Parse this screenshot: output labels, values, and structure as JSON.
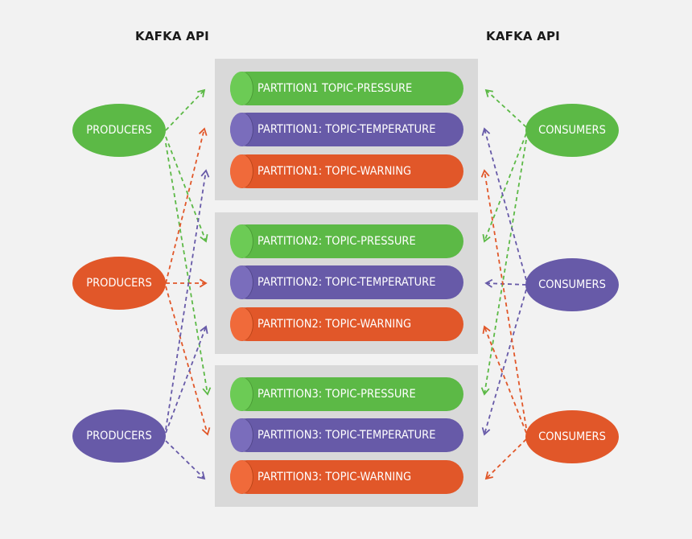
{
  "headings": {
    "left": "KAFKA API",
    "right": "KAFKA API"
  },
  "colors": {
    "green": "#5cb946",
    "purple": "#675aa8",
    "orange": "#e15729",
    "box": "#d9d9d9",
    "background": "#f2f2f2"
  },
  "partition_groups": [
    {
      "topics": [
        {
          "label": "PARTITION1 TOPIC-PRESSURE",
          "color": "green"
        },
        {
          "label": "PARTITION1: TOPIC-TEMPERATURE",
          "color": "purple"
        },
        {
          "label": "PARTITION1: TOPIC-WARNING",
          "color": "orange"
        }
      ]
    },
    {
      "topics": [
        {
          "label": "PARTITION2: TOPIC-PRESSURE",
          "color": "green"
        },
        {
          "label": "PARTITION2: TOPIC-TEMPERATURE",
          "color": "purple"
        },
        {
          "label": "PARTITION2: TOPIC-WARNING",
          "color": "orange"
        }
      ]
    },
    {
      "topics": [
        {
          "label": "PARTITION3: TOPIC-PRESSURE",
          "color": "green"
        },
        {
          "label": "PARTITION3: TOPIC-TEMPERATURE",
          "color": "purple"
        },
        {
          "label": "PARTITION3: TOPIC-WARNING",
          "color": "orange"
        }
      ]
    }
  ],
  "producers": [
    {
      "label": "PRODUCERS",
      "color": "green"
    },
    {
      "label": "PRODUCERS",
      "color": "orange"
    },
    {
      "label": "PRODUCERS",
      "color": "purple"
    }
  ],
  "consumers": [
    {
      "label": "CONSUMERS",
      "color": "green"
    },
    {
      "label": "CONSUMERS",
      "color": "purple"
    },
    {
      "label": "CONSUMERS",
      "color": "orange"
    }
  ]
}
